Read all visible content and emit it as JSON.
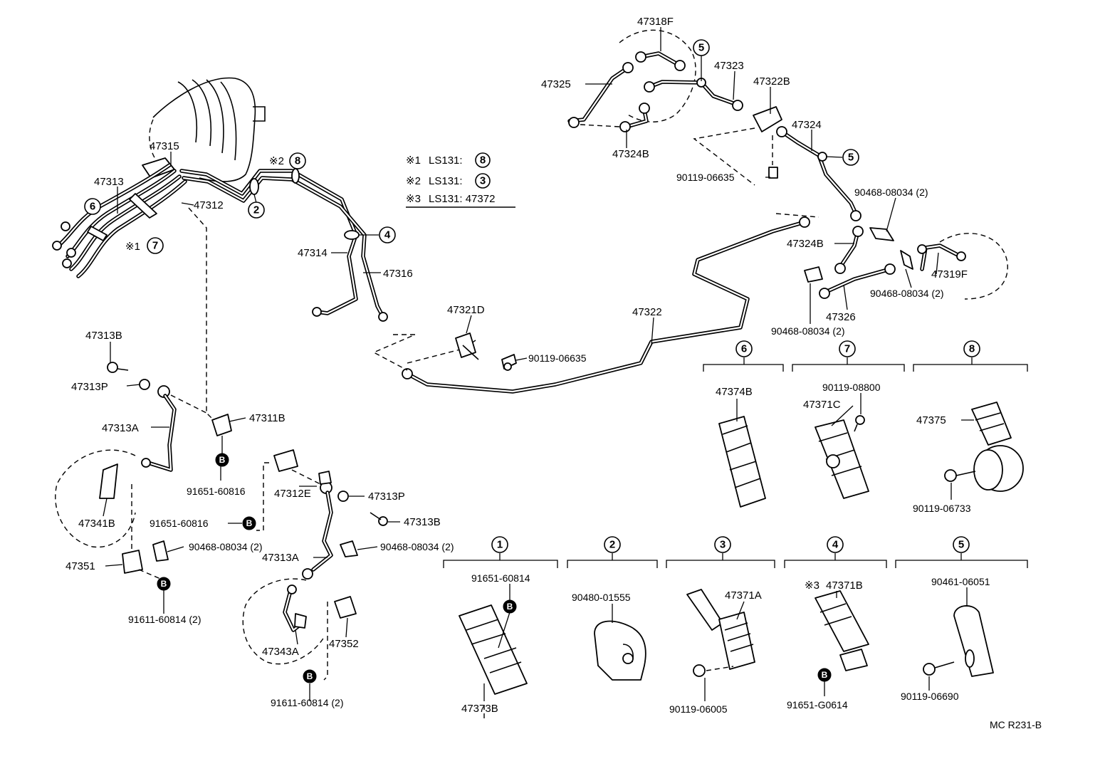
{
  "labels": {
    "p47318F": "47318F",
    "p47323": "47323",
    "p47325": "47325",
    "p47322B": "47322B",
    "p47324": "47324",
    "p47324B_top": "47324B",
    "p90119_06635_a": "90119-06635",
    "p90468_08034_a": "90468-08034 (2)",
    "p47324B_mid": "47324B",
    "p47319F": "47319F",
    "p90468_08034_b": "90468-08034 (2)",
    "p47326": "47326",
    "p90468_08034_c": "90468-08034 (2)",
    "p47315": "47315",
    "p47313": "47313",
    "p47312": "47312",
    "p47314": "47314",
    "p47316": "47316",
    "p47321D": "47321D",
    "p90119_06635_b": "90119-06635",
    "p47322": "47322",
    "p47313B_a": "47313B",
    "p47313P_a": "47313P",
    "p47313A_a": "47313A",
    "p47311B": "47311B",
    "p91651_60816_a": "91651-60816",
    "p47341B": "47341B",
    "p91651_60816_b": "91651-60816",
    "p90468_08034_d": "90468-08034 (2)",
    "p47351": "47351",
    "p91611_60814_a": "91611-60814 (2)",
    "p47312E": "47312E",
    "p47313P_b": "47313P",
    "p47313B_b": "47313B",
    "p90468_08034_e": "90468-08034 (2)",
    "p47313A_b": "47313A",
    "p47343A": "47343A",
    "p47352": "47352",
    "p91611_60814_b": "91611-60814 (2)",
    "p47374B": "47374B",
    "p90119_08800": "90119-08800",
    "p47371C": "47371C",
    "p47375": "47375",
    "p90119_06733": "90119-06733",
    "p91651_60814": "91651-60814",
    "p47373B": "47373B",
    "p90480_01555": "90480-01555",
    "p47371A": "47371A",
    "p90119_06005": "90119-06005",
    "p47371B": "47371B",
    "p91651_G0614": "91651-G0614",
    "p90461_06051": "90461-06051",
    "p90119_06690": "90119-06690"
  },
  "notes": {
    "n1_mark": "※1",
    "n1_text": "LS131:",
    "n1_ref": "8",
    "n2_mark": "※2",
    "n2_text": "LS131:",
    "n2_ref": "3",
    "n3_mark": "※3",
    "n3_text": "LS131: 47372"
  },
  "callouts": {
    "c1": "1",
    "c2": "2",
    "c3": "3",
    "c4": "4",
    "c5": "5",
    "c6": "6",
    "c7": "7",
    "c8": "8"
  },
  "markers": {
    "star1": "※1",
    "star2": "※2",
    "star3": "※3",
    "b": "B"
  },
  "footer": {
    "code": "MC  R231-B"
  }
}
